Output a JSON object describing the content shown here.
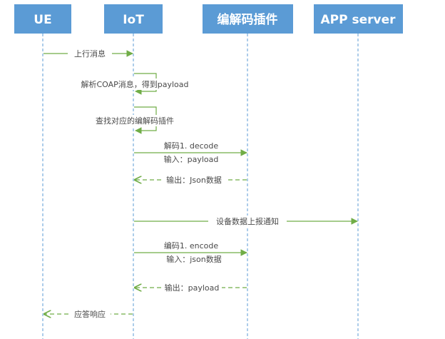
{
  "participants": [
    {
      "id": "ue",
      "label": "UE"
    },
    {
      "id": "iot",
      "label": "IoT"
    },
    {
      "id": "codec",
      "label": "编解码插件"
    },
    {
      "id": "app",
      "label": "APP server"
    }
  ],
  "messages": [
    {
      "id": "m1",
      "lines": [
        "上行消息"
      ],
      "from": "ue",
      "to": "iot",
      "style": "solid"
    },
    {
      "id": "m2",
      "lines": [
        "解析COAP消息，得到payload"
      ],
      "from": "iot",
      "to": "iot",
      "style": "self"
    },
    {
      "id": "m3",
      "lines": [
        "查找对应的编解码插件"
      ],
      "from": "iot",
      "to": "iot",
      "style": "self"
    },
    {
      "id": "m4",
      "lines": [
        "解码1. decode",
        "输入：payload"
      ],
      "from": "iot",
      "to": "codec",
      "style": "solid"
    },
    {
      "id": "m5",
      "lines": [
        "输出：Json数据"
      ],
      "from": "codec",
      "to": "iot",
      "style": "dashed"
    },
    {
      "id": "m6",
      "lines": [
        "设备数据上报通知"
      ],
      "from": "iot",
      "to": "app",
      "style": "solid"
    },
    {
      "id": "m7",
      "lines": [
        "编码1. encode",
        "输入：json数据"
      ],
      "from": "iot",
      "to": "codec",
      "style": "solid"
    },
    {
      "id": "m8",
      "lines": [
        "输出：payload"
      ],
      "from": "codec",
      "to": "iot",
      "style": "dashed"
    },
    {
      "id": "m9",
      "lines": [
        "应答响应"
      ],
      "from": "iot",
      "to": "ue",
      "style": "dashed"
    }
  ],
  "colors": {
    "header_fill": "#5b9bd5",
    "lifeline": "#5b9bd5",
    "arrow": "#70ad47",
    "text": "#4a4a4a"
  }
}
